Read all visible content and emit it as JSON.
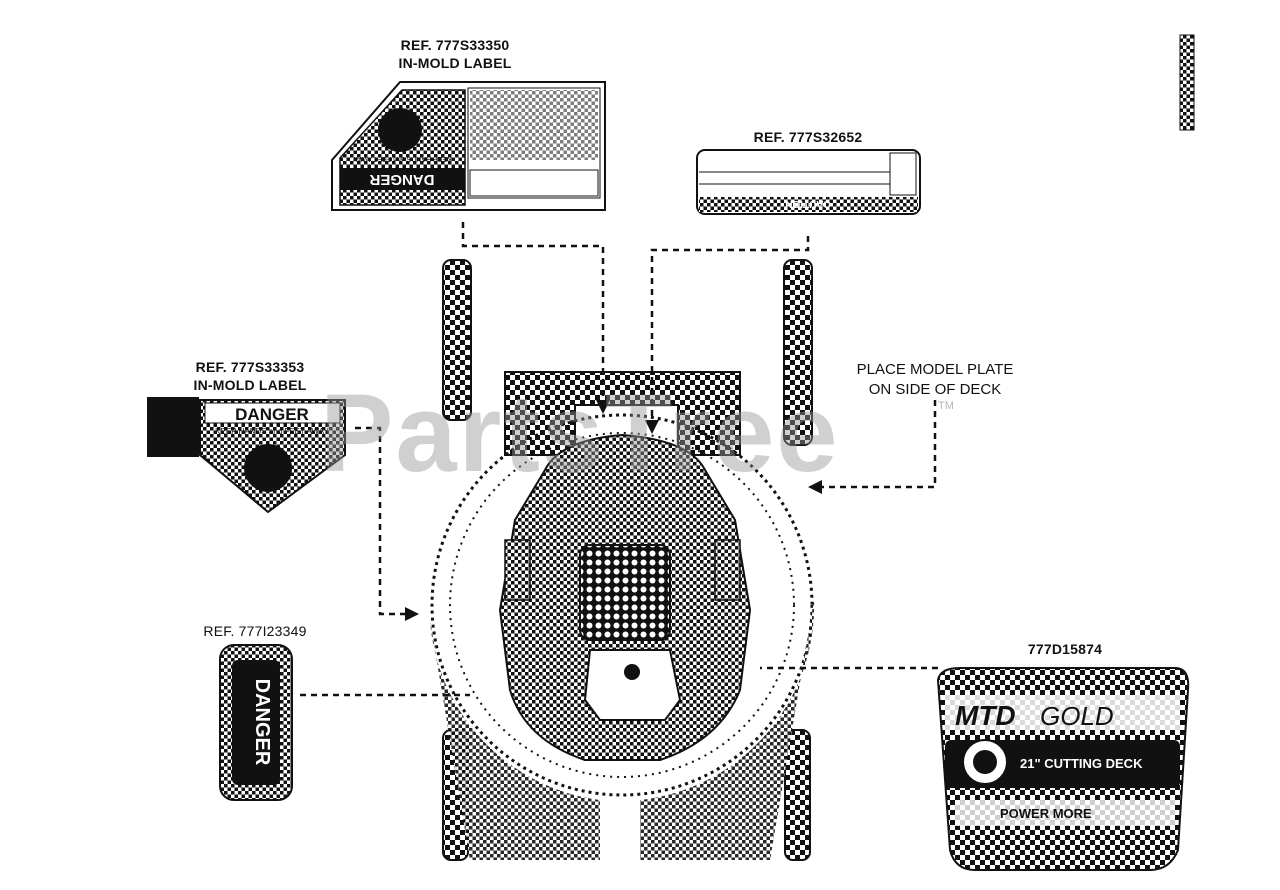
{
  "callouts": {
    "label_33350": {
      "ref": "REF. 777S33350",
      "type": "IN-MOLD LABEL"
    },
    "label_32652": {
      "ref": "REF. 777S32652"
    },
    "label_33353": {
      "ref": "REF. 777S33353",
      "type": "IN-MOLD LABEL"
    },
    "label_23349": {
      "ref": "REF. 777I23349"
    },
    "label_15874": {
      "ref": "777D15874"
    },
    "model_plate_note": {
      "line1": "PLACE MODEL PLATE",
      "line2": "ON SIDE OF DECK"
    }
  },
  "decals": {
    "danger_word": "DANGER",
    "keep_hands": "KEEP HANDS and FEET AWAY",
    "caution_word": "CAUTION",
    "brand": "MTD",
    "brand_script": "GOLD",
    "deck_size": "21\" CUTTING DECK",
    "powered_by": "POWER MORE"
  },
  "watermark": "PartsTree",
  "watermark_tm": "TM",
  "colors": {
    "ink": "#111111",
    "watermark": "#969696",
    "background": "#ffffff"
  }
}
